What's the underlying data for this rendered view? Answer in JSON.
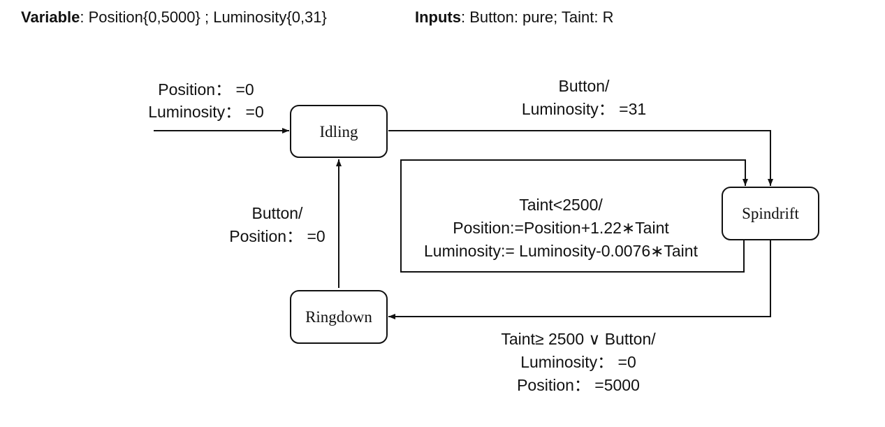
{
  "header": {
    "variable_key": "Variable",
    "variable_value": ": Position{0,5000} ; Luminosity{0,31}",
    "inputs_key": "Inputs",
    "inputs_value": ": Button: pure; Taint: R"
  },
  "states": {
    "idling": "Idling",
    "spindrift": "Spindrift",
    "ringdown": "Ringdown"
  },
  "transitions": {
    "initial": {
      "line1": "Position： =0",
      "line2": "Luminosity： =0"
    },
    "idling_to_spindrift": {
      "line1": "Button/",
      "line2": "Luminosity： =31"
    },
    "spindrift_self_loop": {
      "line1": "Taint<2500/",
      "line2": "Position:=Position+1.22∗Taint",
      "line3": "Luminosity:= Luminosity-0.0076∗Taint"
    },
    "spindrift_to_ringdown": {
      "line1": "Taint≥ 2500 ∨ Button/",
      "line2": "Luminosity： =0",
      "line3": "Position： =5000"
    },
    "ringdown_to_idling": {
      "line1": "Button/",
      "line2": "Position： =0"
    }
  }
}
